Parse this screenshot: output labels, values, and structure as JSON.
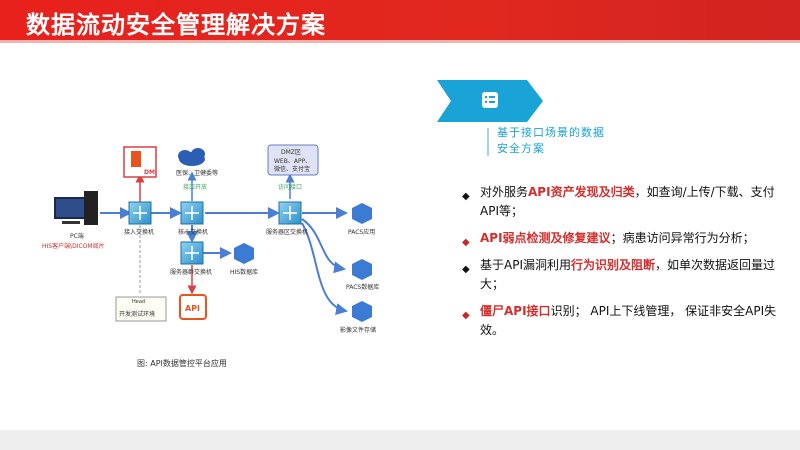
{
  "page": {
    "title": "数据流动安全管理解决方案"
  },
  "diagram": {
    "nodes": {
      "pc": "PC端",
      "his_client": "HIS客户端\\DICOM阅片",
      "access_switch": "接入交换机",
      "db": "DM",
      "core_switch": "核心交换机",
      "cloud": "医保、卫健委等",
      "tag_core": "接口开放",
      "dmz_title": "DMZ区",
      "dmz_line1": "WEB、APP、",
      "dmz_line2": "微信、支付宝",
      "tag_dmz": "访问接口",
      "server_switch": "服务器区交换机",
      "app_switch": "服务器群交换机",
      "his_db": "HIS数据库",
      "pacs_app": "PACS应用",
      "pacs_db": "PACS数据库",
      "image_store": "影像文件存储",
      "dev_head": "Head",
      "dev_env": "开发测试环境",
      "gateway": "API"
    },
    "caption": "图:   API数据管控平台应用"
  },
  "solution": {
    "subtitle_line1": "基于接口场景的数据",
    "subtitle_line2": "安全方案"
  },
  "bullets": [
    {
      "marker": "black",
      "parts": [
        {
          "text": "对外服务",
          "hl": false
        },
        {
          "text": "API资产发现及归类",
          "hl": true
        },
        {
          "text": "，如查询/上传/下载、支付API等；",
          "hl": false
        }
      ]
    },
    {
      "marker": "red",
      "parts": [
        {
          "text": "API弱点检测及修复建议",
          "hl": true
        },
        {
          "text": "；病患访问异常行为分析；",
          "hl": false
        }
      ]
    },
    {
      "marker": "black",
      "parts": [
        {
          "text": "基于API漏洞利用",
          "hl": false
        },
        {
          "text": "行为识别及阻断",
          "hl": true
        },
        {
          "text": "，如单次数据返回量过大；",
          "hl": false
        }
      ]
    },
    {
      "marker": "red",
      "parts": [
        {
          "text": "僵尸API接口",
          "hl": true
        },
        {
          "text": "识别；  API上下线管理，  保证非安全API失效。",
          "hl": false
        }
      ]
    }
  ],
  "colors": {
    "brand_red": "#e8211d",
    "accent_blue": "#1aa3d6",
    "highlight_red": "#d32f2f"
  }
}
